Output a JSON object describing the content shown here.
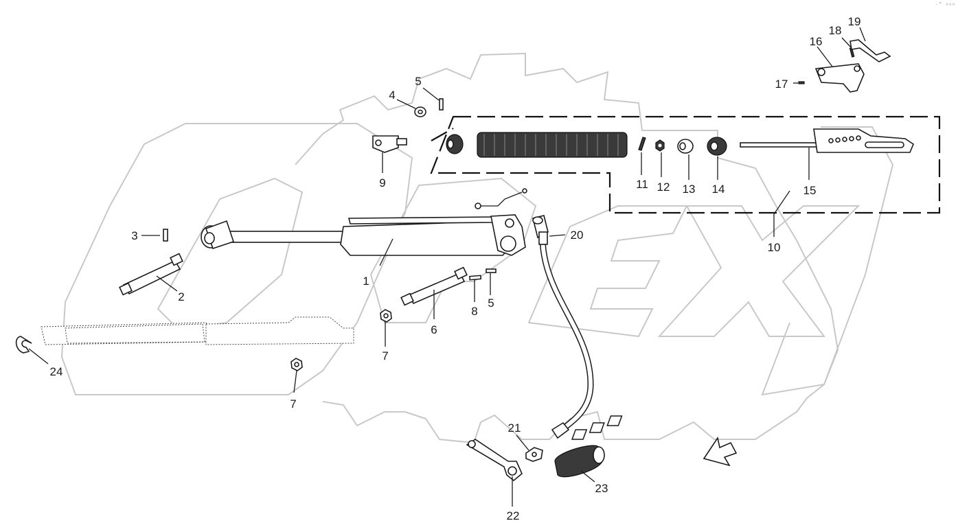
{
  "watermark": {
    "brand_text": "OPEX"
  },
  "corner_mark": "⁻˚ ᵒᵒᵒ",
  "callouts": [
    {
      "id": "c1",
      "label": "1"
    },
    {
      "id": "c2",
      "label": "2"
    },
    {
      "id": "c3",
      "label": "3"
    },
    {
      "id": "c4",
      "label": "4"
    },
    {
      "id": "c5a",
      "label": "5"
    },
    {
      "id": "c5b",
      "label": "5"
    },
    {
      "id": "c6",
      "label": "6"
    },
    {
      "id": "c7a",
      "label": "7"
    },
    {
      "id": "c7b",
      "label": "7"
    },
    {
      "id": "c8",
      "label": "8"
    },
    {
      "id": "c9",
      "label": "9"
    },
    {
      "id": "c10",
      "label": "10"
    },
    {
      "id": "c11",
      "label": "11"
    },
    {
      "id": "c12",
      "label": "12"
    },
    {
      "id": "c13",
      "label": "13"
    },
    {
      "id": "c14",
      "label": "14"
    },
    {
      "id": "c15",
      "label": "15"
    },
    {
      "id": "c16",
      "label": "16"
    },
    {
      "id": "c17",
      "label": "17"
    },
    {
      "id": "c18",
      "label": "18"
    },
    {
      "id": "c19",
      "label": "19"
    },
    {
      "id": "c20",
      "label": "20"
    },
    {
      "id": "c21",
      "label": "21"
    },
    {
      "id": "c22",
      "label": "22"
    },
    {
      "id": "c23",
      "label": "23"
    },
    {
      "id": "c24",
      "label": "24"
    }
  ]
}
